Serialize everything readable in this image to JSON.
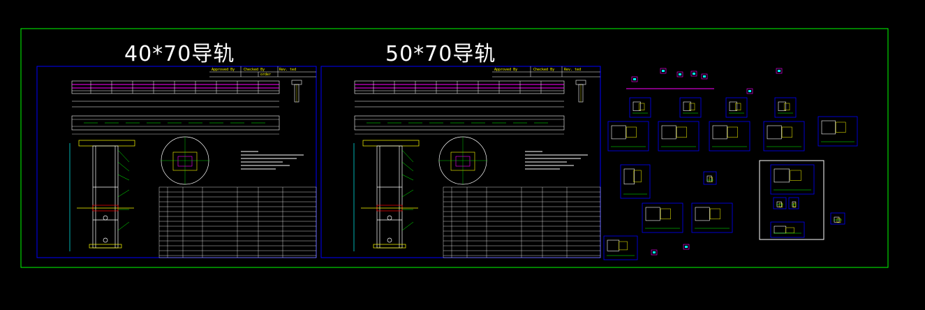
{
  "drawing": {
    "sheet_left_title": "40*70导轨",
    "sheet_right_title": "50*70导轨",
    "titleblock": {
      "approved": "Approved By",
      "checked": "Checked By",
      "rev": "Rev. ted",
      "order": "order"
    },
    "colors": {
      "background": "#000000",
      "outer_frame": "#00ff00",
      "sheet_frame": "#0000ff",
      "lines_white": "#ffffff",
      "lines_yellow": "#ffff00",
      "lines_magenta": "#ff00ff",
      "lines_cyan": "#00ffff",
      "lines_red": "#ff0000"
    }
  }
}
